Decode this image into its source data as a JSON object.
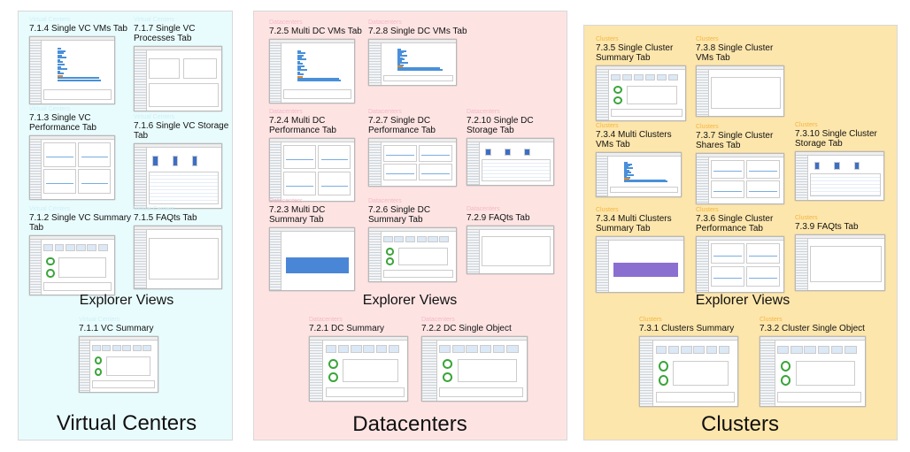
{
  "vc": {
    "title": "Virtual Centers",
    "section": "Explorer Views",
    "items": [
      {
        "category": "Virtual Centers",
        "label": "7.1.4 Single VC VMs Tab"
      },
      {
        "category": "Virtual Centers",
        "label": "7.1.7 Single VC Processes Tab"
      },
      {
        "category": "Virtual Centers",
        "label": "7.1.3 Single VC Performance Tab"
      },
      {
        "category": "Virtual Centers",
        "label": "7.1.6 Single VC Storage Tab"
      },
      {
        "category": "Virtual Centers",
        "label": "7.1.2 Single VC Summary Tab"
      },
      {
        "category": "Virtual Centers",
        "label": "7.1.5 FAQts Tab"
      },
      {
        "category": "Virtual Centers",
        "label": "7.1.1 VC Summary"
      }
    ]
  },
  "dc": {
    "title": "Datacenters",
    "section": "Explorer Views",
    "items": [
      {
        "category": "Datacenters",
        "label": "7.2.5 Multi DC VMs Tab"
      },
      {
        "category": "Datacenters",
        "label": "7.2.8 Single DC VMs Tab"
      },
      {
        "category": "Datacenters",
        "label": "7.2.4 Multi  DC Performance Tab"
      },
      {
        "category": "Datacenters",
        "label": "7.2.7 Single DC Performance Tab"
      },
      {
        "category": "Datacenters",
        "label": "7.2.10 Single DC Storage Tab"
      },
      {
        "category": "Datacenters",
        "label": "7.2.3 Multi  DC Summary Tab"
      },
      {
        "category": "Datacenters",
        "label": "7.2.6 Single DC Summary Tab"
      },
      {
        "category": "Datacenters",
        "label": "7.2.9 FAQts Tab"
      },
      {
        "category": "Datacenters",
        "label": "7.2.1 DC Summary"
      },
      {
        "category": "Datacenters",
        "label": "7.2.2 DC Single Object"
      }
    ]
  },
  "cl": {
    "title": "Clusters",
    "section": "Explorer Views",
    "items": [
      {
        "category": "Clusters",
        "label": "7.3.5 Single Cluster Summary Tab"
      },
      {
        "category": "Clusters",
        "label": "7.3.8 Single Cluster VMs Tab"
      },
      {
        "category": "Clusters",
        "label": "7.3.4 Multi Clusters VMs Tab"
      },
      {
        "category": "Clusters",
        "label": "7.3.7 Single Cluster Shares Tab"
      },
      {
        "category": "Clusters",
        "label": "7.3.10 Single Cluster Storage Tab"
      },
      {
        "category": "Clusters",
        "label": "7.3.4 Multi Clusters Summary Tab"
      },
      {
        "category": "Clusters",
        "label": "7.3.6 Single Cluster Performance Tab"
      },
      {
        "category": "Clusters",
        "label": "7.3.9 FAQts Tab"
      },
      {
        "category": "Clusters",
        "label": "7.3.1 Clusters Summary"
      },
      {
        "category": "Clusters",
        "label": "7.3.2 Cluster Single Object"
      }
    ]
  },
  "colors": {
    "vc_bg": "#e9fcfd",
    "dc_bg": "#fde4e3",
    "cl_bg": "#fde6ac",
    "chart_blue": "#4a90d9",
    "area_purple": "#8a6fd1"
  }
}
